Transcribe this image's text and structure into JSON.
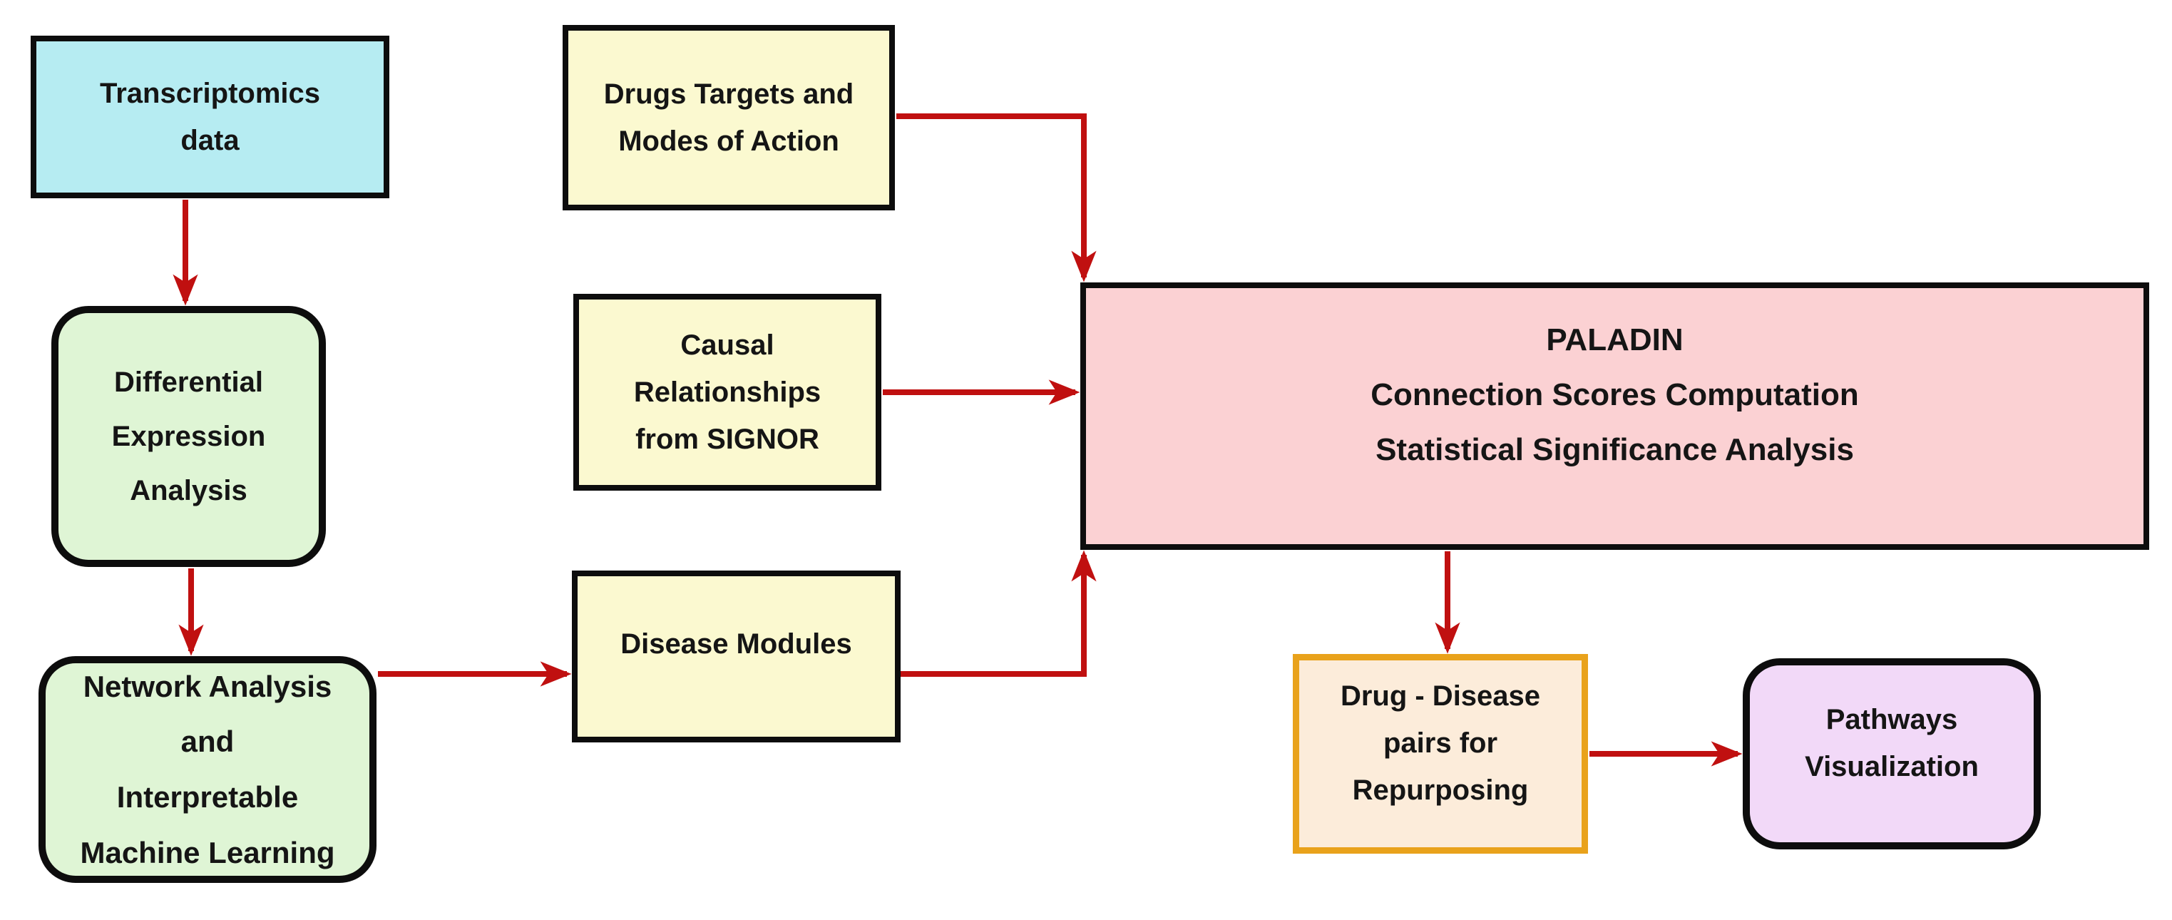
{
  "diagram": {
    "arrow_color": "#c01010",
    "text_color": "#151515",
    "background_color": "#ffffff",
    "nodes": [
      {
        "id": "transcriptomics-data",
        "label": "Transcriptomics\ndata",
        "fill": "#b6ecf2",
        "border_color": "#0d0d0d",
        "shape": "rect"
      },
      {
        "id": "differential-expression",
        "label": "Differential\nExpression\nAnalysis",
        "fill": "#dff5d5",
        "border_color": "#0d0d0d",
        "shape": "rounded"
      },
      {
        "id": "network-analysis",
        "label": "Network Analysis\nand\nInterpretable\nMachine Learning",
        "fill": "#dff5d5",
        "border_color": "#0d0d0d",
        "shape": "rounded"
      },
      {
        "id": "drugs-targets",
        "label": "Drugs Targets and\nModes of Action",
        "fill": "#fbf9d0",
        "border_color": "#0d0d0d",
        "shape": "rect"
      },
      {
        "id": "causal-relationships",
        "label": "Causal\nRelationships\nfrom SIGNOR",
        "fill": "#fbf9d0",
        "border_color": "#0d0d0d",
        "shape": "rect"
      },
      {
        "id": "disease-modules",
        "label": "Disease Modules",
        "fill": "#fbf9d0",
        "border_color": "#0d0d0d",
        "shape": "rect"
      },
      {
        "id": "paladin",
        "label": "PALADIN\nConnection Scores Computation\nStatistical Significance Analysis",
        "fill": "#fbd1d3",
        "border_color": "#0d0d0d",
        "shape": "rect"
      },
      {
        "id": "drug-disease-pairs",
        "label": "Drug - Disease\npairs for\nRepurposing",
        "fill": "#fcecda",
        "border_color": "#e9a21b",
        "shape": "rect"
      },
      {
        "id": "pathways-visualization",
        "label": "Pathways\nVisualization",
        "fill": "#f2d9f8",
        "border_color": "#0d0d0d",
        "shape": "rounded"
      }
    ],
    "edges": [
      {
        "from": "transcriptomics-data",
        "to": "differential-expression"
      },
      {
        "from": "differential-expression",
        "to": "network-analysis"
      },
      {
        "from": "network-analysis",
        "to": "disease-modules"
      },
      {
        "from": "disease-modules",
        "to": "paladin"
      },
      {
        "from": "causal-relationships",
        "to": "paladin"
      },
      {
        "from": "drugs-targets",
        "to": "paladin"
      },
      {
        "from": "paladin",
        "to": "drug-disease-pairs"
      },
      {
        "from": "drug-disease-pairs",
        "to": "pathways-visualization"
      }
    ]
  }
}
